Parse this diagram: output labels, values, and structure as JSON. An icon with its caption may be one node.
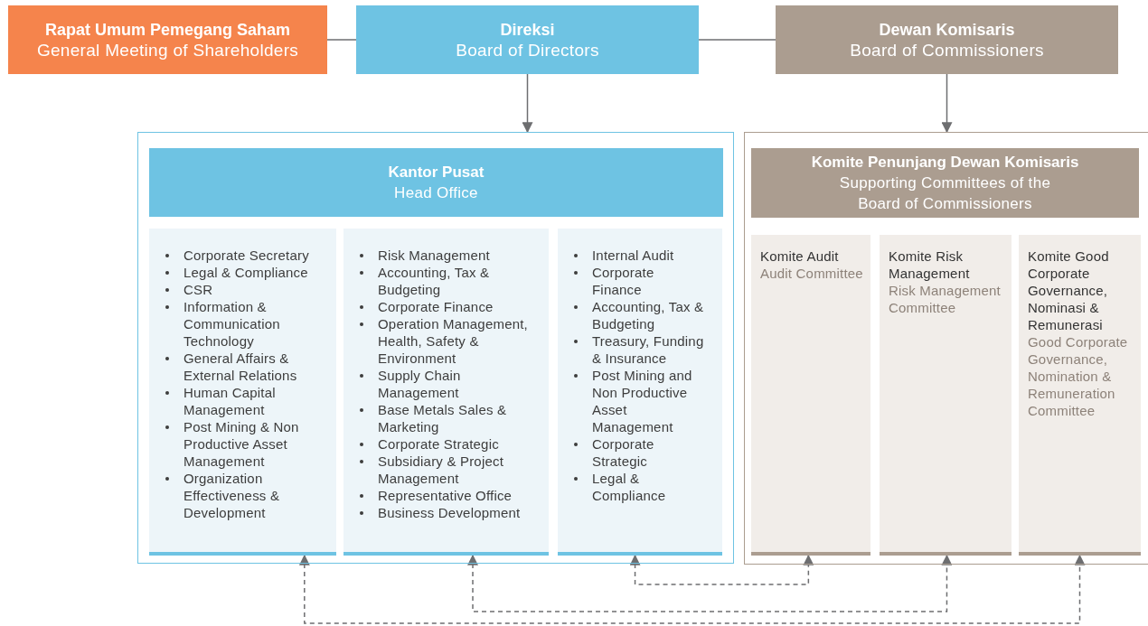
{
  "diagram": {
    "nodes": [
      {
        "text": [
          "Rapat Umum Pemegang Saham",
          "General Meeting of Shareholders"
        ]
      },
      {
        "text": [
          "Direksi",
          "Board of Directors"
        ]
      },
      {
        "text": [
          "Dewan Komisaris",
          "Board of Commissioners"
        ]
      },
      {
        "text": [],
        "shape": "box"
      },
      {
        "text": [
          "Kantor Pusat",
          "Head Office"
        ],
        "in": 3
      },
      {
        "text": [
          "Corporate Secretary",
          "Legal & Compliance",
          "CSR",
          "Information & Communication Technology",
          "General Affairs & External Relations",
          "Human Capital Management",
          "Post Mining & Non Productive Asset Management",
          "Organization Effectiveness & Development"
        ],
        "in": 3
      },
      {
        "text": [
          "Risk Management",
          "Accounting, Tax & Budgeting",
          "Corporate Finance",
          "Operation Management, Health, Safety & Environment",
          "Supply Chain Management",
          "Base Metals Sales & Marketing",
          "Corporate Strategic",
          "Subsidiary & Project Management",
          "Representative Office",
          "Business Development"
        ],
        "in": 3
      },
      {
        "text": [
          "Internal Audit",
          "Corporate Finance",
          "Accounting, Tax & Budgeting",
          "Treasury, Funding & Insurance",
          "Post Mining and Non Productive Asset Management",
          "Corporate Strategic",
          "Legal & Compliance"
        ],
        "in": 3
      },
      {
        "text": [],
        "shape": "box"
      },
      {
        "text": [
          "Komite Penunjang Dewan Komisaris",
          "Supporting Committees of the Board of Commissioners"
        ],
        "in": 8
      },
      {
        "text": [
          "Komite Audit",
          "Audit Committee"
        ],
        "in": 8
      },
      {
        "text": [
          "Komite Risk Management",
          "Risk Management Committee"
        ],
        "in": 8
      },
      {
        "text": [
          "Komite Good Corporate Governance, Nominasi & Remunerasi",
          "Good Corporate Governance, Nomination & Remuneration Committee"
        ],
        "in": 8
      }
    ],
    "edges": [
      {
        "from": 0,
        "to": 1,
        "arrow": "none"
      },
      {
        "from": 1,
        "to": 2,
        "arrow": "none"
      },
      {
        "from": 1,
        "to": 3,
        "arrow": "to"
      },
      {
        "from": 2,
        "to": 8,
        "arrow": "to"
      },
      {
        "from": 5,
        "to": 12,
        "arrow": "both",
        "style": "dashed"
      },
      {
        "from": 6,
        "to": 11,
        "arrow": "both",
        "style": "dashed"
      },
      {
        "from": 7,
        "to": 10,
        "arrow": "both",
        "style": "dashed"
      }
    ]
  }
}
